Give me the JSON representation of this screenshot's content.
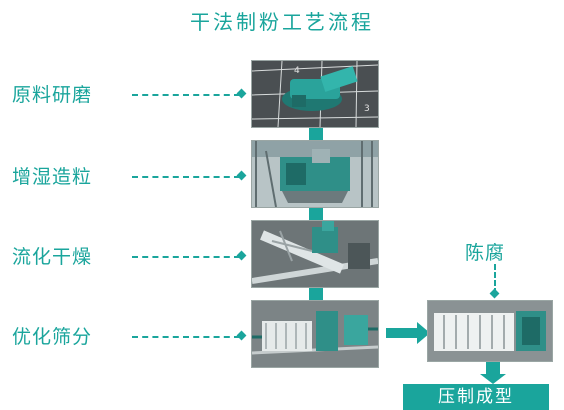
{
  "title": "干法制粉工艺流程",
  "steps": [
    {
      "label": "原料研磨",
      "icon": "grinding-machine-photo"
    },
    {
      "label": "增湿造粒",
      "icon": "granulation-machine-photo"
    },
    {
      "label": "流化干燥",
      "icon": "fluid-bed-dryer-photo"
    },
    {
      "label": "优化筛分",
      "icon": "screening-machine-photo"
    }
  ],
  "aging": {
    "label": "陈腐",
    "icon": "aging-silo-photo"
  },
  "output": {
    "label": "压制成型"
  },
  "colors": {
    "accent": "#1aa59c",
    "machine": "#2e8b85",
    "floor": "#4a4f52"
  }
}
